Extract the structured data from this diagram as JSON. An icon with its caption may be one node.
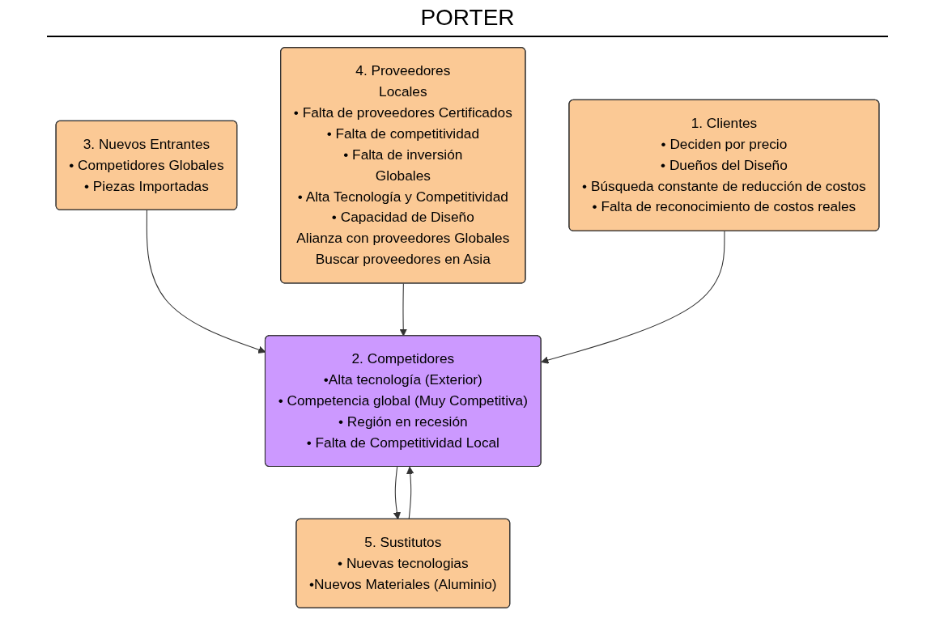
{
  "diagram": {
    "title": "PORTER",
    "nodes": [
      {
        "text": [
          "3. Nuevos Entrantes",
          "• Competidores Globales",
          "• Piezas Importadas"
        ]
      },
      {
        "text": [
          "4. Proveedores",
          "Locales",
          "• Falta de proveedores Certificados",
          "• Falta de competitividad",
          "• Falta de inversión",
          "Globales",
          "• Alta Tecnología y Competitividad",
          "• Capacidad de Diseño",
          "Alianza con proveedores Globales",
          "Buscar proveedores en Asia"
        ]
      },
      {
        "text": [
          "2. Competidores",
          "•Alta tecnología (Exterior)",
          "• Competencia global (Muy Competitiva)",
          "• Región en recesión",
          "• Falta de Competitividad Local"
        ]
      },
      {
        "text": [
          "1. Clientes",
          "• Deciden por precio",
          "• Dueños del Diseño",
          "• Búsqueda constante de reducción de costos",
          "• Falta de reconocimiento de costos reales"
        ]
      },
      {
        "text": [
          "5. Sustitutos",
          "• Nuevas tecnologias",
          "•Nuevos Materiales (Aluminio)"
        ]
      }
    ],
    "edges": [
      {
        "from": 0,
        "to": 2,
        "arrow": "to"
      },
      {
        "from": 1,
        "to": 2,
        "arrow": "to"
      },
      {
        "from": 3,
        "to": 2,
        "arrow": "to"
      },
      {
        "from": 2,
        "to": 4,
        "arrow": "to"
      },
      {
        "from": 4,
        "to": 2,
        "arrow": "to"
      }
    ]
  }
}
